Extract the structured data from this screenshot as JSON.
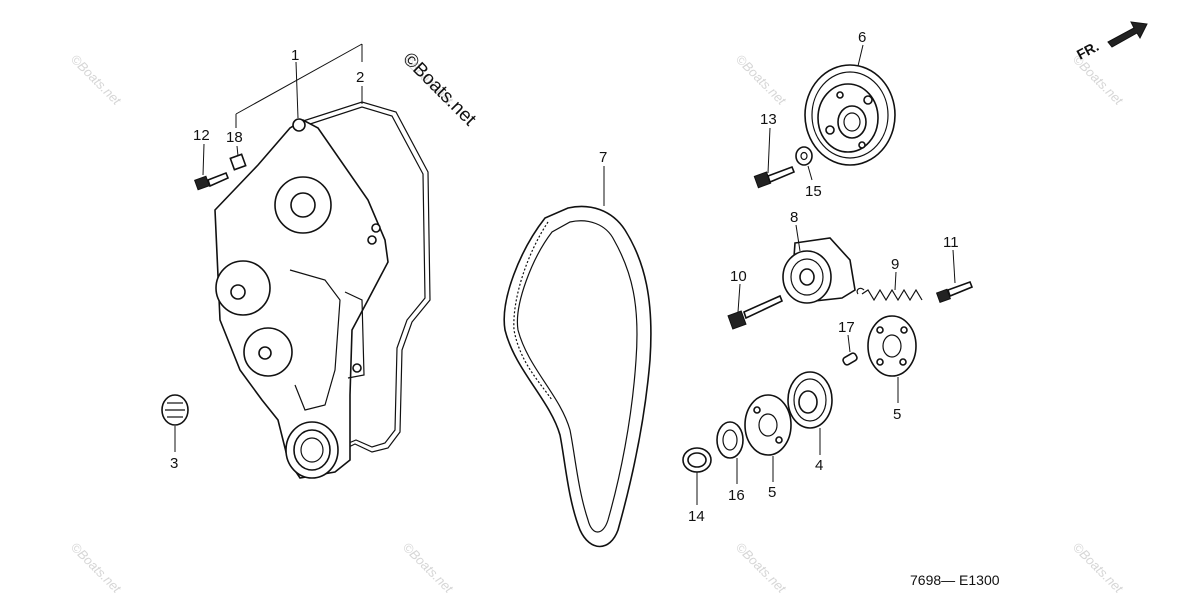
{
  "diagram": {
    "copyright": "©Boats.net",
    "watermark": "©Boats.net",
    "diagram_code": "7698— E1300",
    "direction_label": "FR.",
    "callouts": {
      "p1": "1",
      "p2": "2",
      "p3": "3",
      "p4": "4",
      "p5a": "5",
      "p5b": "5",
      "p6": "6",
      "p7": "7",
      "p8": "8",
      "p9": "9",
      "p10": "10",
      "p11": "11",
      "p12": "12",
      "p13": "13",
      "p14": "14",
      "p15": "15",
      "p16": "16",
      "p17": "17",
      "p18": "18"
    }
  }
}
